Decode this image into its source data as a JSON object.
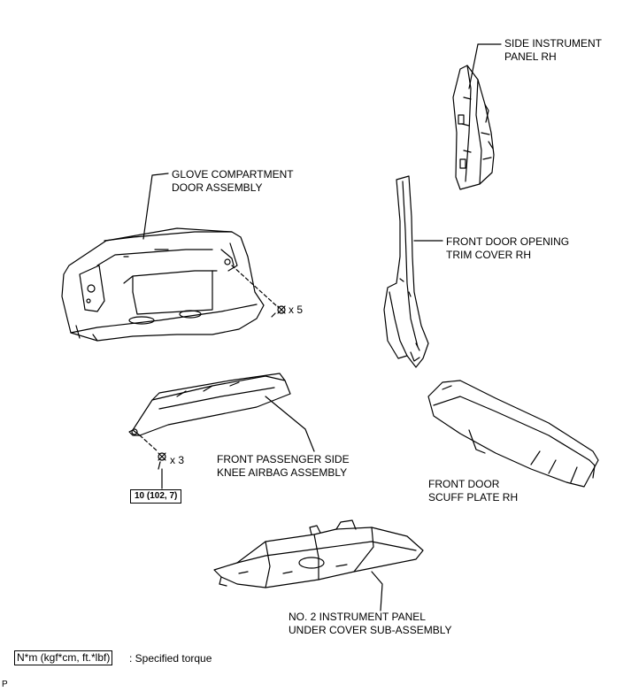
{
  "labels": {
    "side_instrument_panel": [
      "SIDE INSTRUMENT",
      "PANEL RH"
    ],
    "glove_compartment": [
      "GLOVE COMPARTMENT",
      "DOOR ASSEMBLY"
    ],
    "front_door_opening": [
      "FRONT DOOR OPENING",
      "TRIM COVER RH"
    ],
    "knee_airbag": [
      "FRONT PASSENGER SIDE",
      "KNEE AIRBAG ASSEMBLY"
    ],
    "scuff_plate": [
      "FRONT DOOR",
      "SCUFF PLATE RH"
    ],
    "under_cover": [
      "NO. 2 INSTRUMENT PANEL",
      "UNDER COVER SUB-ASSEMBLY"
    ]
  },
  "fasteners": {
    "glove_count": "x 5",
    "airbag_count": "x 3"
  },
  "torque": {
    "value": "10 (102, 7)"
  },
  "legend": {
    "unit": "N*m (kgf*cm, ft.*lbf)",
    "description": ": Specified torque"
  },
  "footer": {
    "code": "P"
  }
}
